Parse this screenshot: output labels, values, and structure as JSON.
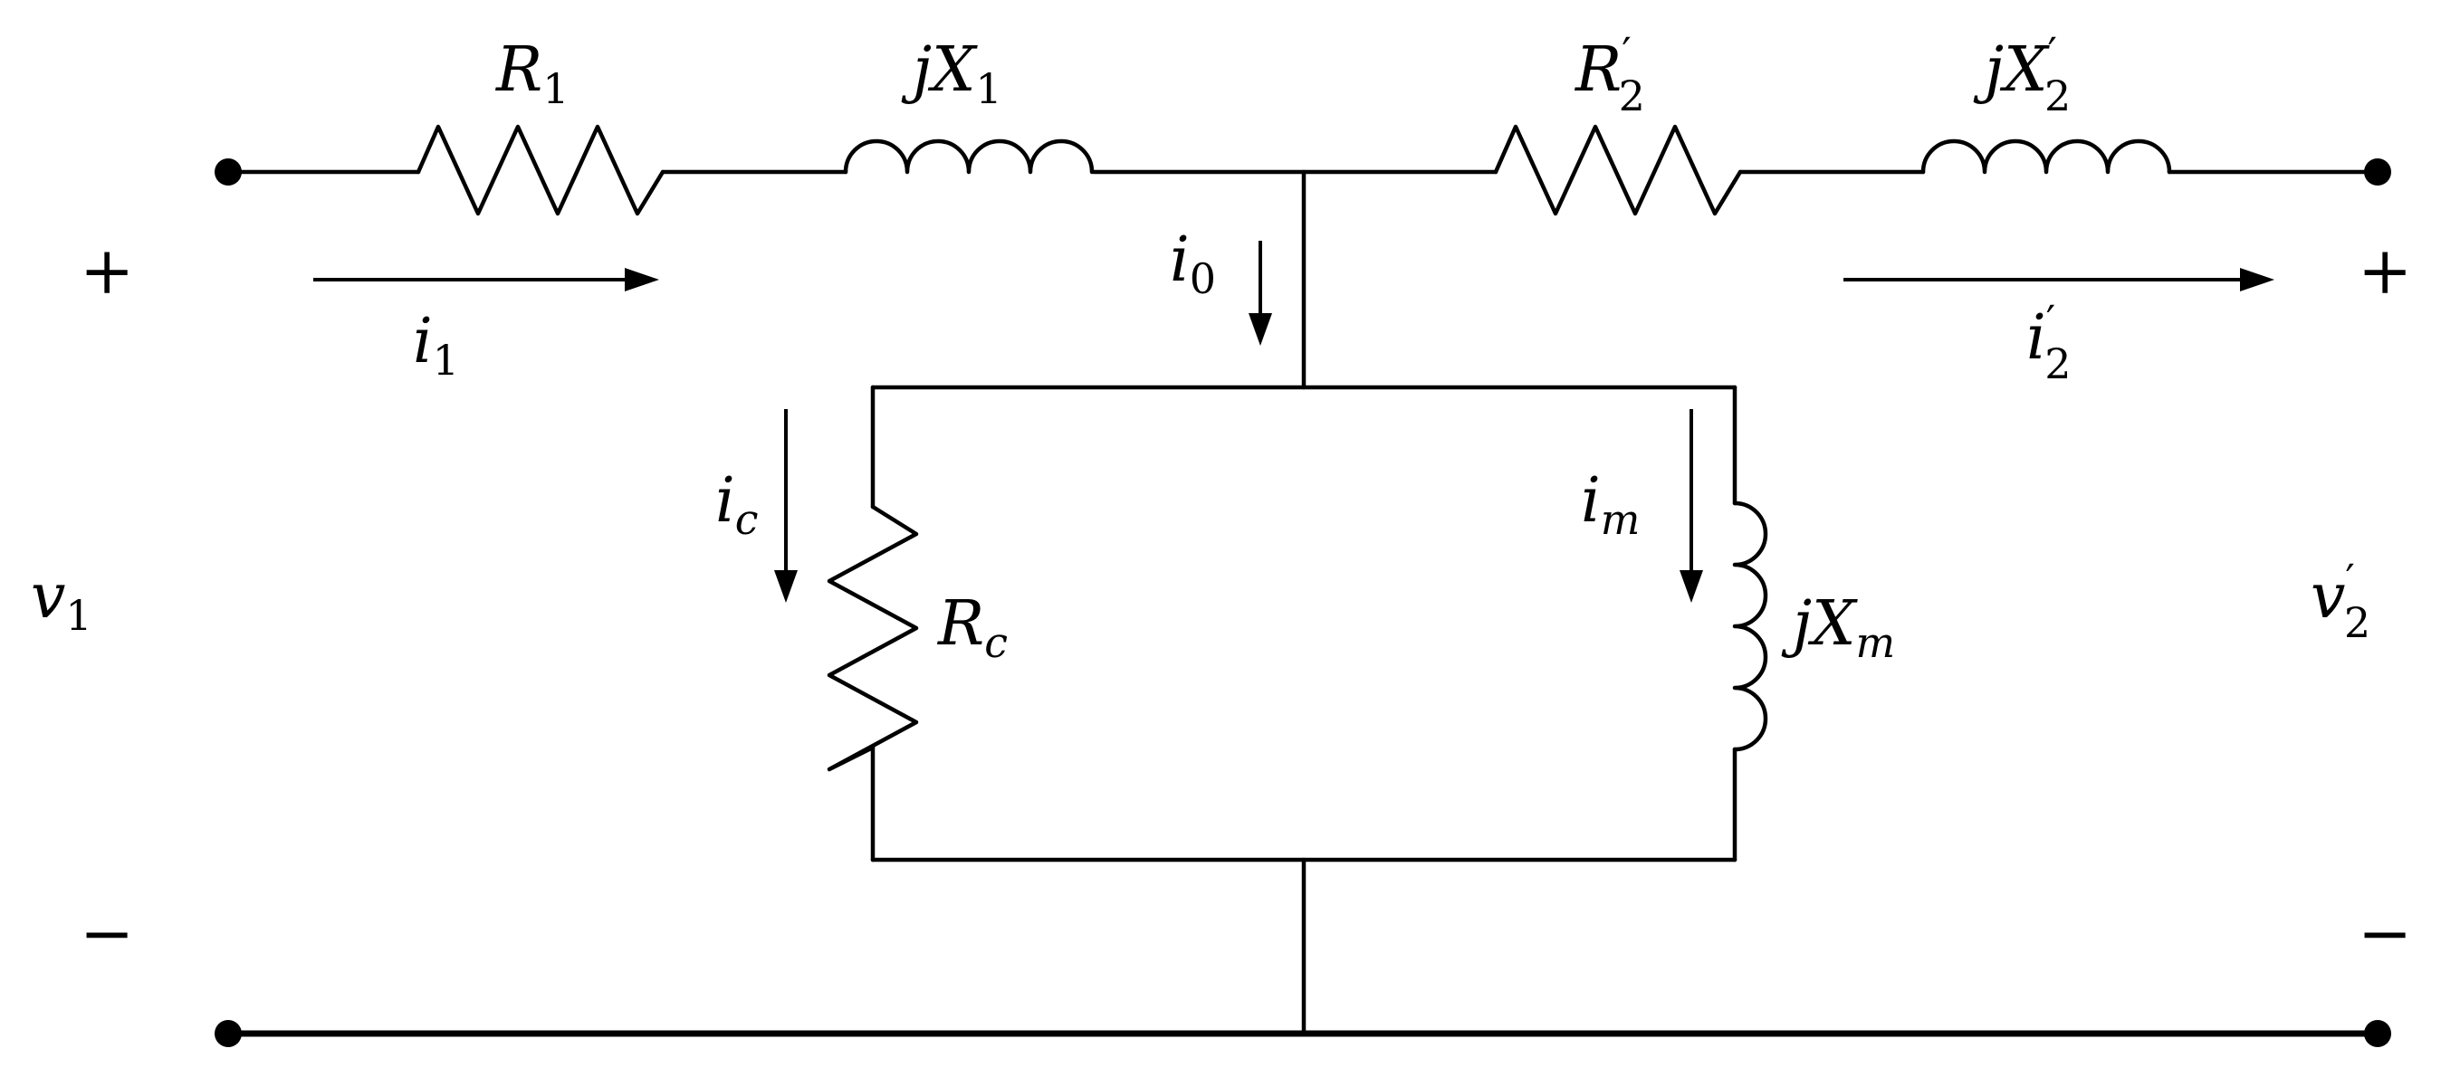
{
  "diagram": {
    "components": {
      "r1": {
        "base": "R",
        "sub": "1"
      },
      "x1": {
        "j": "j",
        "base": "X",
        "sub": "1"
      },
      "r2": {
        "base": "R",
        "prime": "′",
        "sub": "2"
      },
      "x2": {
        "j": "j",
        "base": "X",
        "prime": "′",
        "sub": "2"
      },
      "rc": {
        "base": "R",
        "sub": "c"
      },
      "xm": {
        "j": "j",
        "base": "X",
        "sub": "m"
      }
    },
    "currents": {
      "i1": {
        "base": "i",
        "sub": "1"
      },
      "i0": {
        "base": "i",
        "sub": "0"
      },
      "i2": {
        "base": "i",
        "prime": "′",
        "sub": "2"
      },
      "ic": {
        "base": "i",
        "sub": "c"
      },
      "im": {
        "base": "i",
        "sub": "m"
      }
    },
    "voltages": {
      "v1": {
        "base": "v",
        "sub": "1"
      },
      "v2": {
        "base": "v",
        "prime": "′",
        "sub": "2"
      }
    },
    "polarity": {
      "left_plus": "+",
      "left_minus": "−",
      "right_plus": "+",
      "right_minus": "−"
    }
  }
}
